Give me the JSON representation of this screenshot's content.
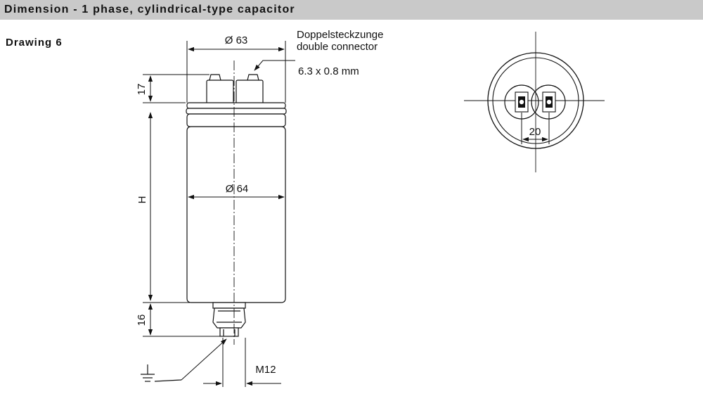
{
  "header": {
    "title": "Dimension - 1 phase, cylindrical-type capacitor"
  },
  "drawing": {
    "label": "Drawing 6",
    "dims": {
      "top_diameter": "Ø 63",
      "body_diameter": "Ø 64",
      "terminal_height": "17",
      "body_height": "H",
      "stud_height": "16",
      "thread": "M12",
      "pin_spacing": "20"
    },
    "connector": {
      "label_de": "Doppelsteckzunge",
      "label_en": "double connector",
      "size": "6.3 x 0.8 mm"
    },
    "icons": {
      "ground": "ground-symbol-icon"
    }
  },
  "colors": {
    "header_bg": "#c9c9c9",
    "line": "#111111",
    "body_fill": "#ffffff"
  }
}
